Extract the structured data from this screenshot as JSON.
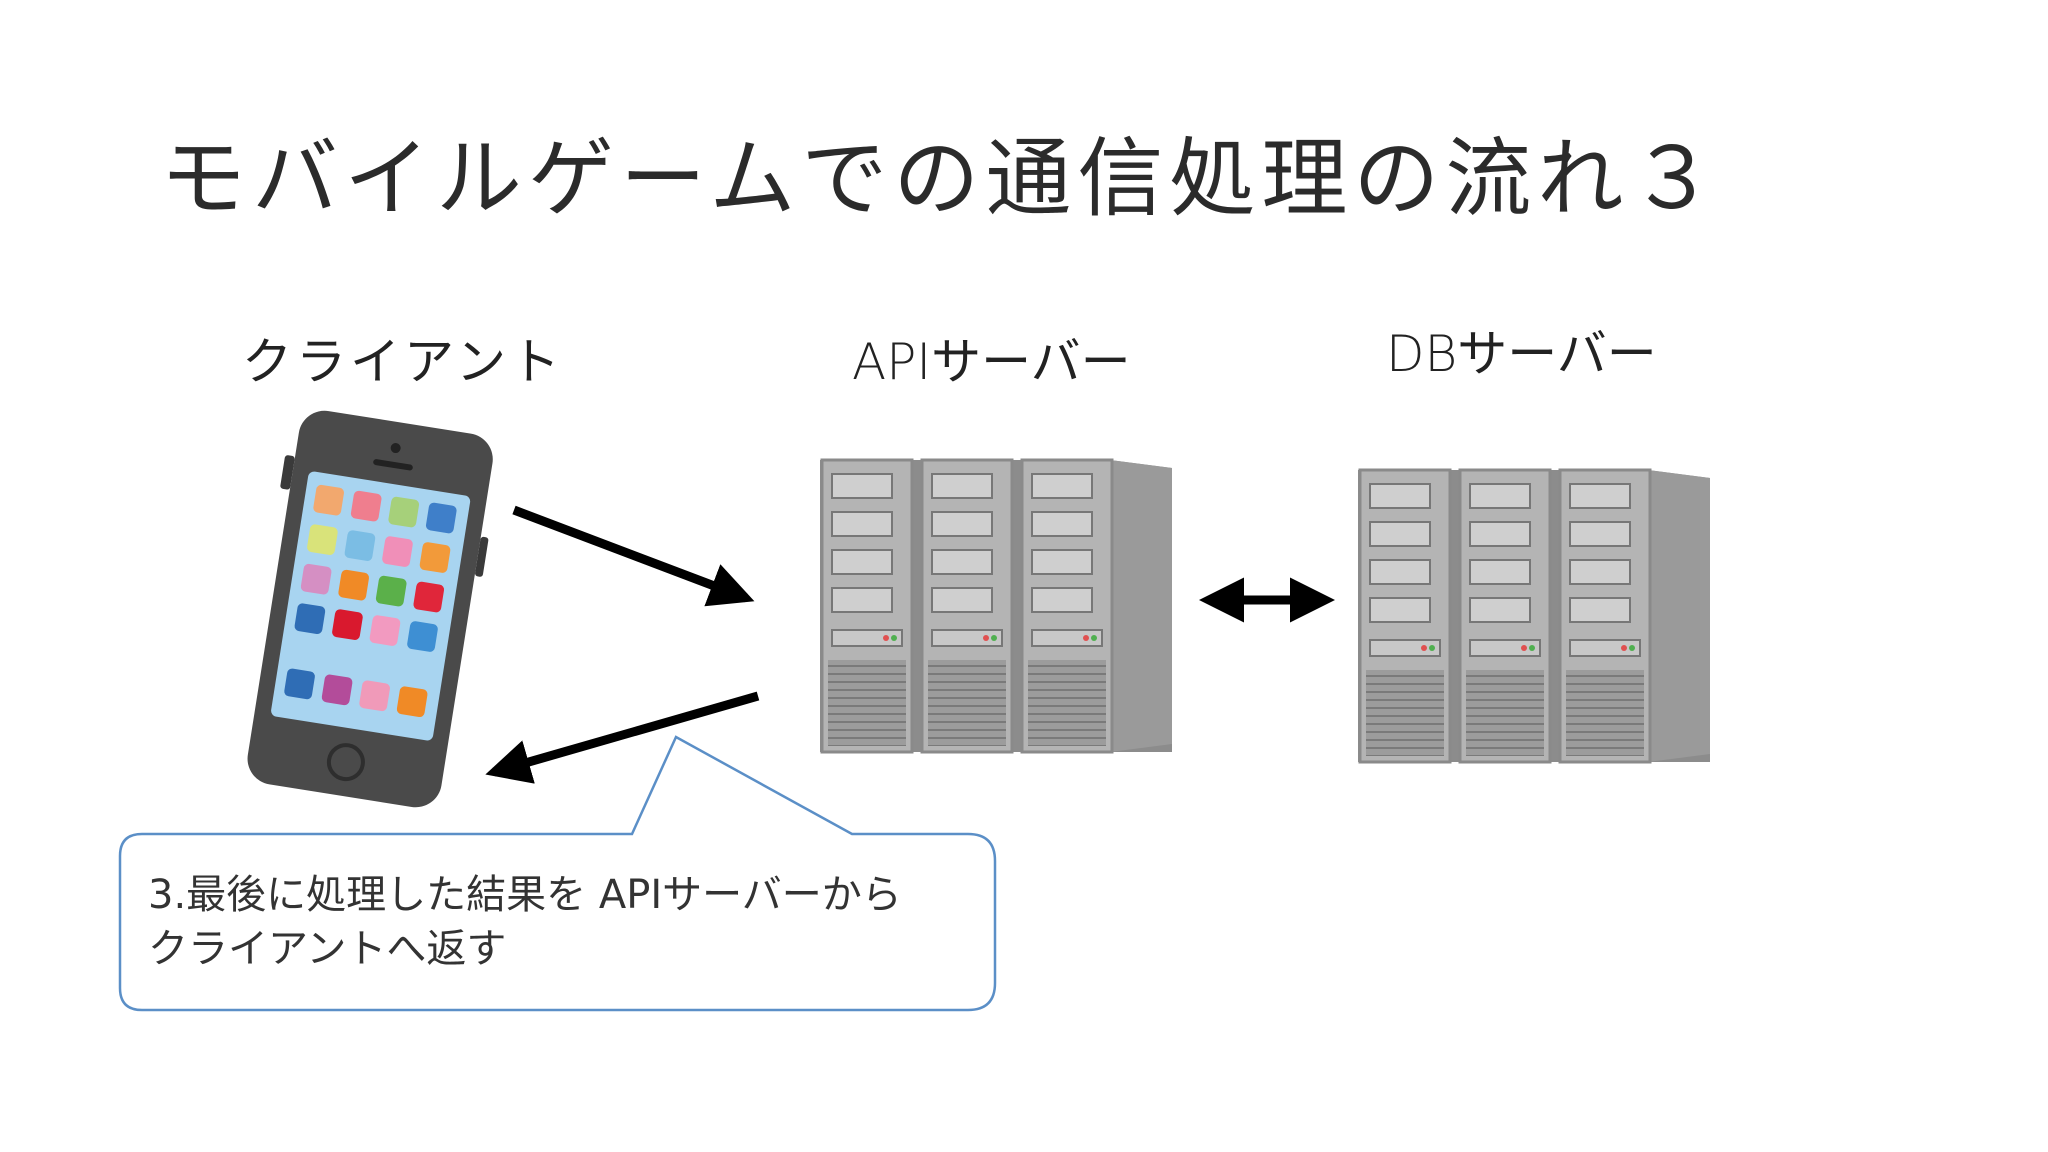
{
  "slide": {
    "title": "モバイルゲームでの通信処理の流れ３",
    "labels": {
      "client": "クライアント",
      "api_server": "APIサーバー",
      "db_server": "DBサーバー"
    },
    "callout": {
      "line1": "3.最後に処理した結果を APIサーバーから",
      "line2": "クライアントへ返す"
    }
  },
  "colors": {
    "callout_border": "#5b8fc7",
    "arrow": "#000000",
    "server_body": "#a8a8a8",
    "phone_body": "#4a4a4a"
  }
}
